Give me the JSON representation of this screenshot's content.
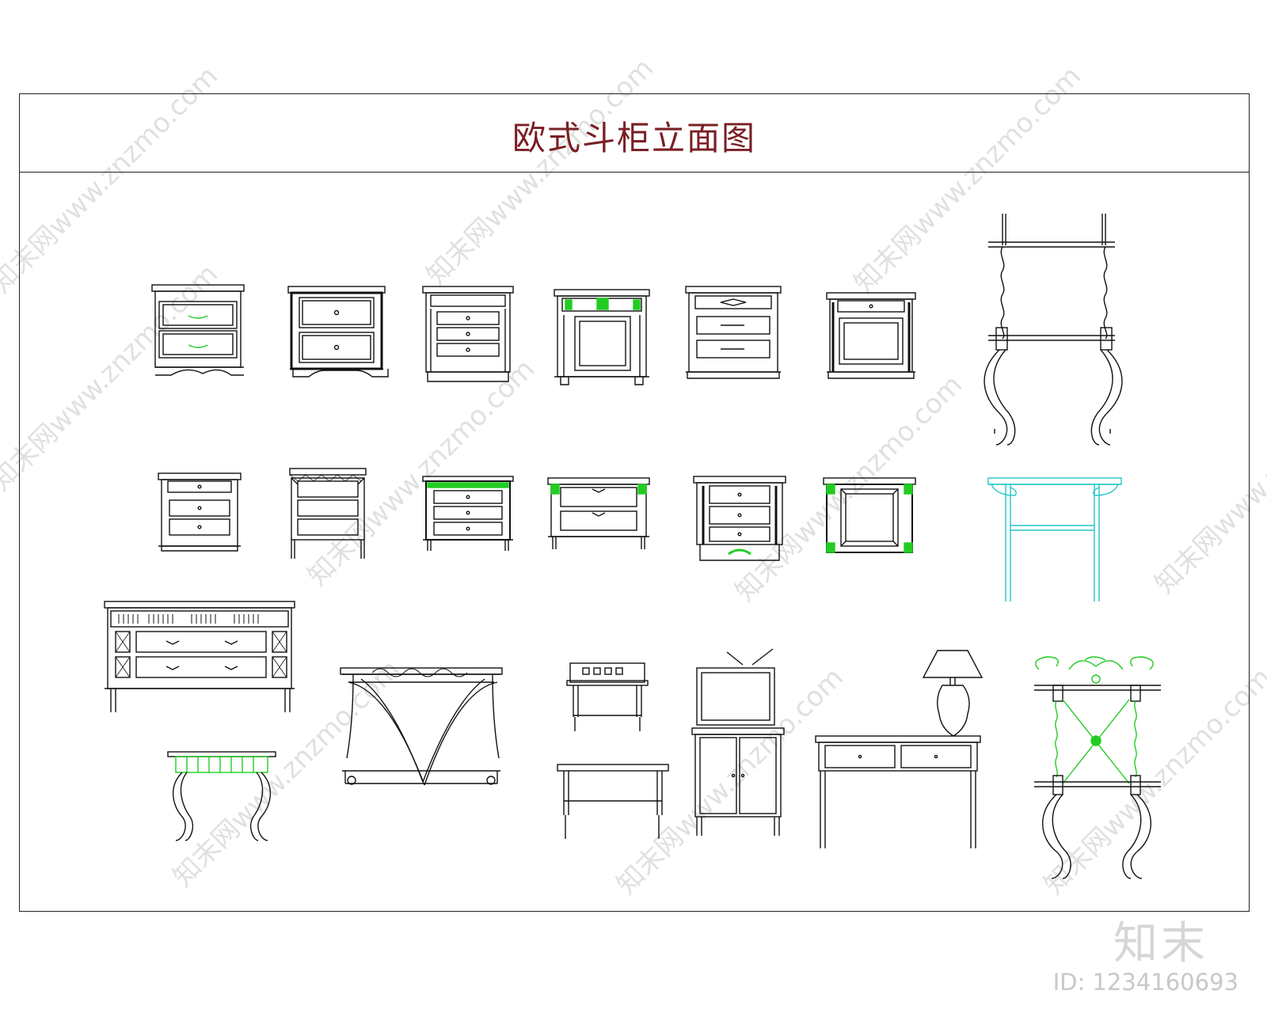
{
  "title": "欧式斗柜立面图",
  "watermark": "知末网www.znzmo.com",
  "brand": "知末",
  "image_id": "ID: 1234160693",
  "colors": {
    "title": "#7a1f24",
    "line": "#111111",
    "green": "#22cc22",
    "cyan": "#22c6c6",
    "border": "#222222"
  }
}
